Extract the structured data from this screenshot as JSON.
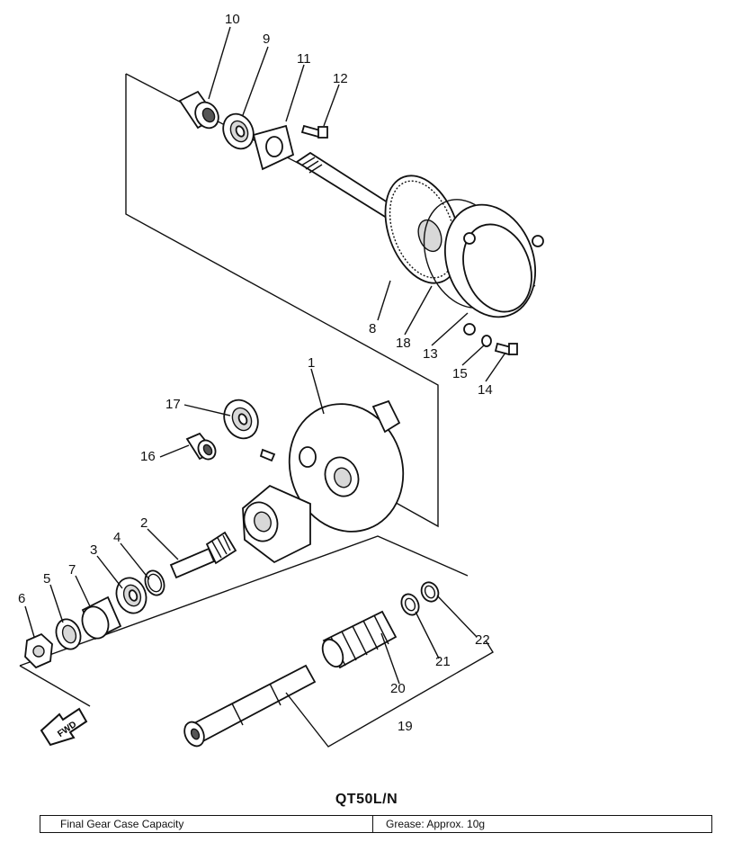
{
  "model": "QT50L/N",
  "table": {
    "label": "Final Gear Case Capacity",
    "value": "Grease: Approx. 10g"
  },
  "fwd_label": "FWD",
  "callouts": [
    "1",
    "2",
    "3",
    "4",
    "5",
    "6",
    "7",
    "8",
    "9",
    "10",
    "11",
    "12",
    "13",
    "14",
    "15",
    "16",
    "17",
    "18",
    "19",
    "20",
    "21",
    "22"
  ]
}
